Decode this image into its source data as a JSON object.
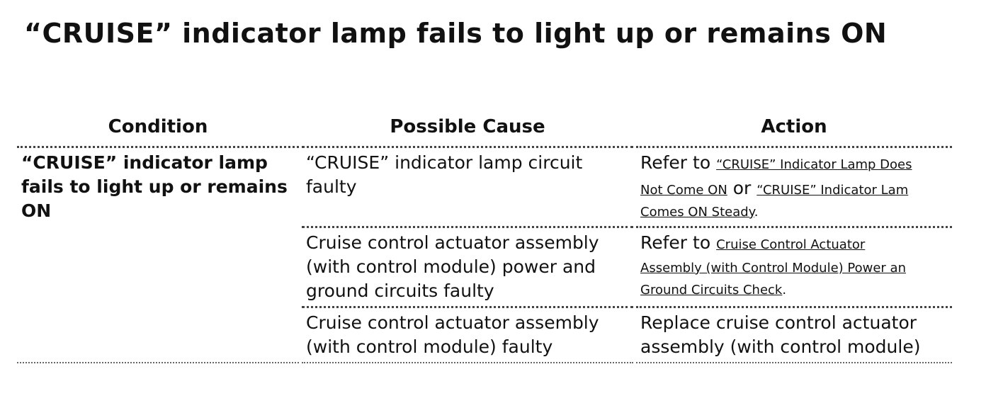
{
  "title": "“CRUISE” indicator lamp fails to light up or remains ON",
  "table": {
    "headers": [
      "Condition",
      "Possible Cause",
      "Action"
    ],
    "condition": "“CRUISE” indicator lamp fails to light up or remains ON",
    "rows": [
      {
        "cause": "“CRUISE” indicator lamp circuit faulty",
        "action": {
          "prefix": "Refer to ",
          "link1_line1": "“CRUISE” Indicator Lamp Does",
          "link1_line2": "Not Come ON",
          "middle": " or ",
          "link2_line1": "“CRUISE” Indicator Lam",
          "link2_line2": "Comes ON Steady",
          "suffix": "."
        }
      },
      {
        "cause": "Cruise control actuator assembly (with control module) power and ground circuits faulty",
        "action": {
          "prefix": "Refer to ",
          "link_line1": "Cruise Control Actuator",
          "link_line2": "Assembly (with Control Module) Power an",
          "link_line3": "Ground Circuits Check",
          "suffix": "."
        }
      },
      {
        "cause": "Cruise control actuator assembly (with control module) faulty",
        "action_line1": "Replace cruise control actuator",
        "action_line2": "assembly (with control module)"
      }
    ]
  }
}
